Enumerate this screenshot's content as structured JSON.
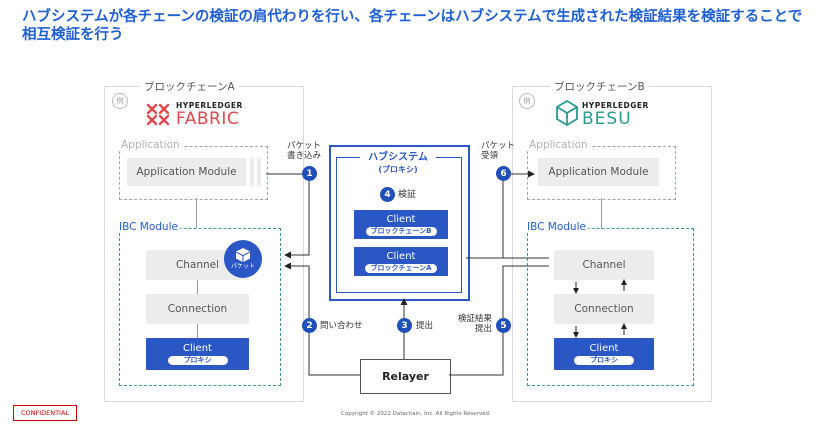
{
  "title": "ハブシステムが各チェーンの検証の肩代わりを行い、各チェーンはハブシステムで生成された検証結果を検証することで相互検証を行う",
  "chain_a": {
    "label": "ブロックチェーンA",
    "rei": "例",
    "logo_top": "HYPERLEDGER",
    "logo_bottom": "FABRIC",
    "application_label": "Application",
    "application_module": "Application Module",
    "ibc_label": "IBC Module",
    "channel": "Channel",
    "connection": "Connection",
    "client": "Client",
    "client_sub": "プロキシ",
    "packet_badge": "パケット"
  },
  "chain_b": {
    "label": "ブロックチェーンB",
    "rei": "例",
    "logo_top": "HYPERLEDGER",
    "logo_bottom": "BESU",
    "application_label": "Application",
    "application_module": "Application Module",
    "ibc_label": "IBC Module",
    "channel": "Channel",
    "connection": "Connection",
    "client": "Client",
    "client_sub": "プロキシ"
  },
  "hub": {
    "title_line1": "ハブシステム",
    "title_line2": "(プロキシ)",
    "verify_num": "4",
    "verify_label": "検証",
    "client_b": "Client",
    "client_b_sub": "ブロックチェーンB",
    "client_a": "Client",
    "client_a_sub": "ブロックチェーンA"
  },
  "relayer": "Relayer",
  "steps": {
    "s1_num": "1",
    "s1_line1": "パケット",
    "s1_line2": "書き込み",
    "s2_num": "2",
    "s2_label": "問い合わせ",
    "s3_num": "3",
    "s3_label": "提出",
    "s5_num": "5",
    "s5_line1": "検証結果",
    "s5_line2": "提出",
    "s6_num": "6",
    "s6_line1": "パケット",
    "s6_line2": "受領"
  },
  "footer": {
    "confidential": "CONFIDENTIAL",
    "copyright": "Copyright © 2022 Datachain, Inc.  All Rights Reserved."
  },
  "colors": {
    "accent": "#2a57c4",
    "title": "#1f5fd6",
    "gray_box": "#ececec",
    "confidential": "#d40000"
  }
}
